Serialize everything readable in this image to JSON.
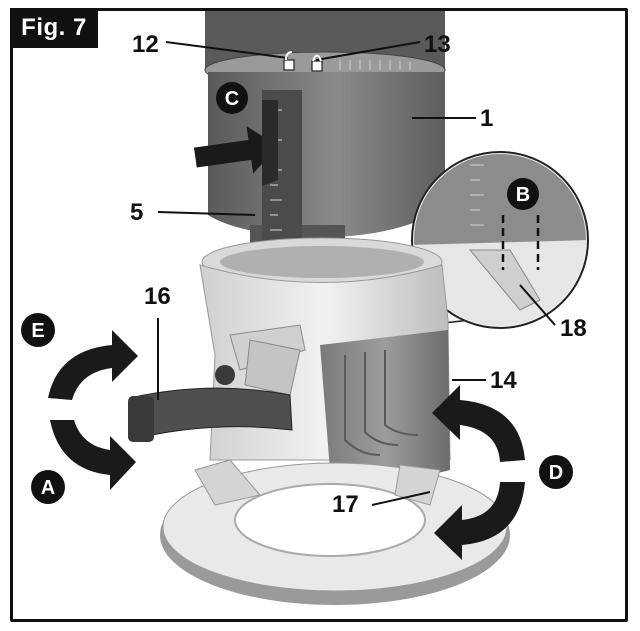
{
  "figure": {
    "label": "Fig. 7"
  },
  "callouts": {
    "n1": "1",
    "n5": "5",
    "n12": "12",
    "n13": "13",
    "n14": "14",
    "n16": "16",
    "n17": "17",
    "n18": "18"
  },
  "step_markers": {
    "a": "A",
    "b": "B",
    "c": "C",
    "d": "D",
    "e": "E"
  },
  "colors": {
    "motor": "#6f6f6f",
    "motor_dark": "#4a4a4a",
    "base_light": "#e6e6e6",
    "base_mid": "#bdbdbd",
    "arrow": "#1a1a1a",
    "lever": "#555555"
  }
}
